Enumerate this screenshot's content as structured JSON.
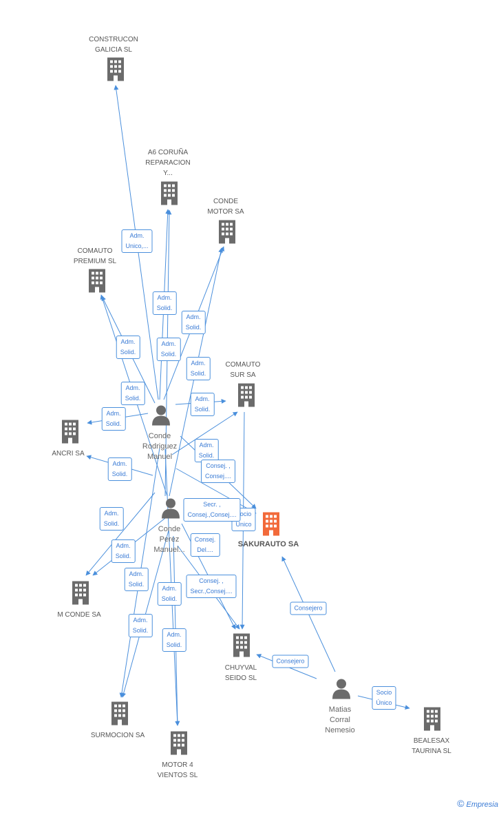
{
  "colors": {
    "edge": "#4a8fdc",
    "building": "#6b6b6b",
    "focus": "#f26a3a",
    "person": "#6b6b6b"
  },
  "companies": {
    "construcon": "CONSTRUCON\nGALICIA SL",
    "a6": "A6 CORUÑA\nREPARACION\nY...",
    "conde_motor": "CONDE\nMOTOR SA",
    "comauto_premium": "COMAUTO\nPREMIUM SL",
    "comauto_sur": "COMAUTO\nSUR SA",
    "ancri": "ANCRI SA",
    "sakurauto": "SAKURAUTO SA",
    "m_conde": "M CONDE SA",
    "chuyval": "CHUYVAL\nSEIDO SL",
    "surmocion": "SURMOCION SA",
    "motor4": "MOTOR 4\nVIENTOS SL",
    "bealesax": "BEALESAX\nTAURINA SL"
  },
  "people": {
    "rodriguez": "Conde\nRodriguez\nManuel",
    "perez": "Conde\nPerez\nManuel...",
    "matias": "Matias\nCorral\nNemesio"
  },
  "edge_labels": {
    "e1": "Adm.\nUnico,...",
    "e2": "Adm.\nSolid.",
    "e3": "Adm.\nSolid.",
    "e4": "Adm.\nSolid.",
    "e5": "Adm.\nSolid.",
    "e6": "Adm.\nSolid.",
    "e7": "Adm.\nSolid.",
    "e8": "Adm.\nSolid.",
    "e9": "Adm.\nSolid.",
    "e10": "Adm.\nSolid.",
    "e11": "Consej. ,\nConsej....",
    "e12": "Secr. ,\nConsej.,Consej....",
    "e13": "Socio\nÚnico",
    "e14": "Adm.\nSolid.",
    "e15": "Adm.\nSolid.",
    "e16": "Consej.\nDel....",
    "e17": "Adm.\nSolid.",
    "e18": "Adm.\nSolid.",
    "e19": "Consej. ,\nSecr.,Consej....",
    "e20": "Adm.\nSolid.",
    "e21": "Adm.\nSolid.",
    "e22": "Consejero",
    "e23": "Consejero",
    "e24": "Socio\nÚnico"
  },
  "credit": {
    "copyright": "©",
    "brand": "Empresia"
  }
}
